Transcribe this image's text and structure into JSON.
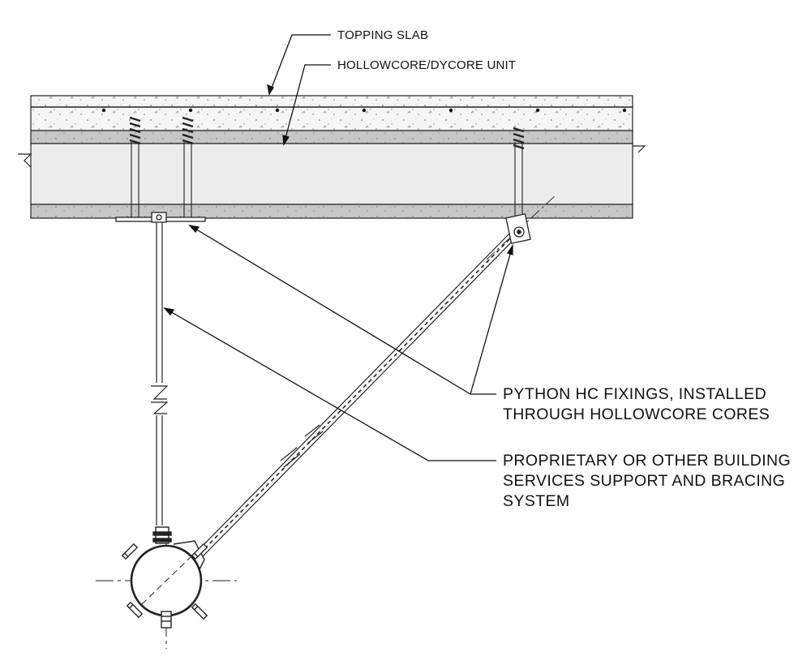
{
  "labels": {
    "topping_slab": "TOPPING SLAB",
    "hollowcore_unit": "HOLLOWCORE/DYCORE UNIT",
    "fixings_line1": "PYTHON HC FIXINGS, INSTALLED",
    "fixings_line2": "THROUGH HOLLOWCORE CORES",
    "support_line1": "PROPRIETARY OR OTHER BUILDING",
    "support_line2": "SERVICES SUPPORT AND BRACING",
    "support_line3": "SYSTEM"
  },
  "colors": {
    "line": "#1a1a1a",
    "concrete_band": "#c9c9c9",
    "hollowcore_fill": "#ececec",
    "topping_fill": "#f4f4f4"
  }
}
